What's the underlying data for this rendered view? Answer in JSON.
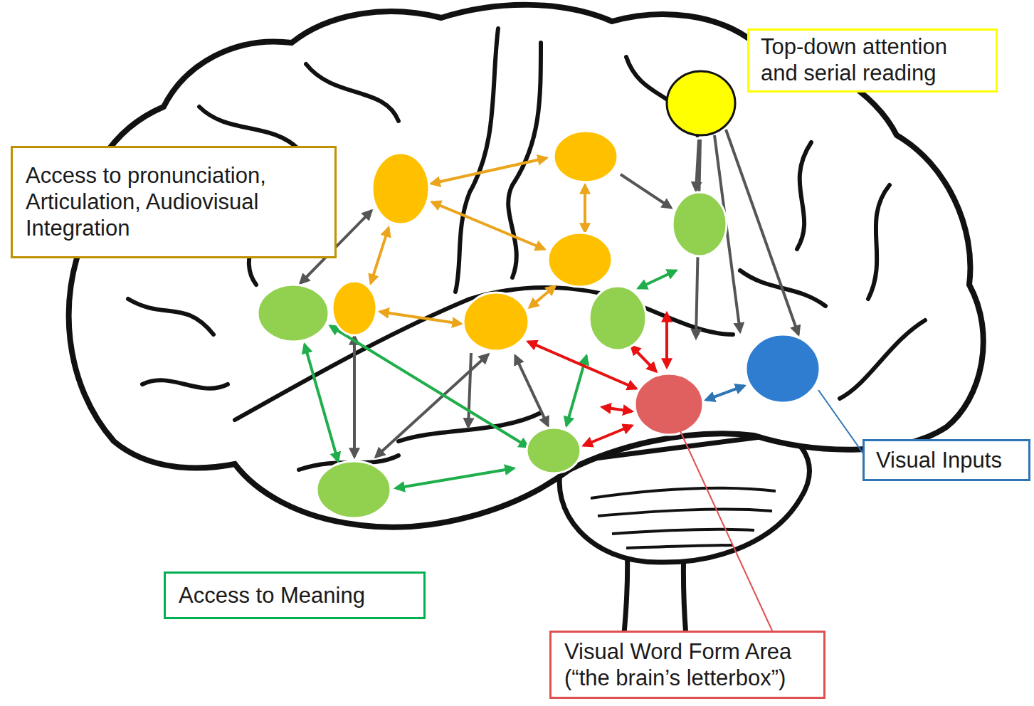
{
  "diagram": {
    "nodes": [
      {
        "text": [
          "Top-down attention and serial reading"
        ]
      },
      {
        "text": [
          "Access to pronunciation, Articulation, Audiovisual Integration"
        ]
      },
      {
        "text": [
          "Access to Meaning"
        ]
      },
      {
        "text": [
          "Visual Inputs"
        ]
      },
      {
        "text": [
          "Visual Word Form Area (“the brain’s letterbox”)"
        ]
      }
    ]
  }
}
